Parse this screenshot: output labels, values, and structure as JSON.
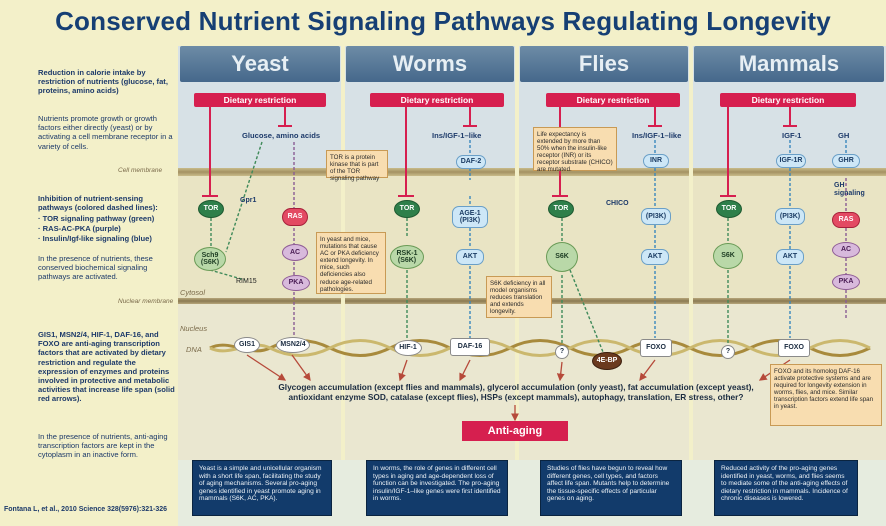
{
  "title": "Conserved Nutrient Signaling Pathways Regulating Longevity",
  "columns": [
    "Yeast",
    "Worms",
    "Flies",
    "Mammals"
  ],
  "dietary_restriction": "Dietary restriction",
  "sidebar": {
    "p1": "Reduction in calorie intake by restriction of nutrients (glucose, fat, proteins, amino acids)",
    "p2": "Nutrients promote growth or growth factors either directly (yeast) or by activating a cell membrane receptor in a variety of cells.",
    "p3_title": "Inhibition of nutrient-sensing pathways (colored dashed lines):",
    "p3_items": [
      "· TOR signaling pathway (green)",
      "· RAS-AC-PKA (purple)",
      "· Insulin/Igf-like signaling (blue)"
    ],
    "p4": "In the presence of nutrients, these conserved biochemical signaling pathways are activated.",
    "p5": "GIS1, MSN2/4, HIF-1, DAF-16, and FOXO are anti-aging transcription factors that are activated by dietary restriction and regulate the expression of enzymes and proteins involved in protective and metabolic activities that increase life span (solid red arrows).",
    "p6": "In the presence of nutrients, anti-aging transcription factors are kept in the cytoplasm in an inactive form."
  },
  "zone_labels": {
    "cell_membrane": "Cell membrane",
    "cytosol": "Cytosol",
    "nuclear_membrane": "Nuclear membrane",
    "nucleus": "Nucleus",
    "dna": "DNA"
  },
  "yeast": {
    "input": "Glucose, amino acids",
    "tor": "TOR",
    "gpr1": "Gpr1",
    "ras": "RAS",
    "sch9": "Sch9 (S6K)",
    "ac": "AC",
    "pka": "PKA",
    "rim15": "RIM15",
    "gis1": "GIS1",
    "msn": "MSN2/4"
  },
  "worms": {
    "input": "Ins/IGF-1–like",
    "daf2": "DAF-2",
    "age1": "AGE-1 (PI3K)",
    "akt": "AKT",
    "tor": "TOR",
    "rsk1": "RSK-1 (S6K)",
    "hif1": "HIF-1",
    "daf16": "DAF-16"
  },
  "flies": {
    "input": "Ins/IGF-1–like",
    "inr": "INR",
    "chico": "CHICO",
    "pi3k": "(PI3K)",
    "akt": "AKT",
    "tor": "TOR",
    "s6k": "S6K",
    "foxo": "FOXO",
    "q": "?",
    "4ebp": "4E-BP"
  },
  "mammals": {
    "igf1": "IGF-1",
    "gh": "GH",
    "igf1r": "IGF-1R",
    "ghr": "GHR",
    "gh_signaling": "GH signaling",
    "tor": "TOR",
    "pi3k": "(PI3K)",
    "ras": "RAS",
    "s6k": "S6K",
    "akt": "AKT",
    "ac": "AC",
    "pka": "PKA",
    "foxo": "FOXO",
    "q": "?"
  },
  "callouts": {
    "tor": "TOR is a protein kinase that is part of the TOR signaling pathway",
    "yeast_mut": "In yeast and mice, mutations that cause AC or PKA deficiency extend longevity. In mice, such deficiencies also reduce age-related pathologies.",
    "flies_ls": "Life expectancy is extended by more than 50% when the insulin-like receptor (INR) or its receptor substrate (CHICO) are mutated.",
    "s6k": "S6K deficiency in all model organisms reduces translation and extends longevity.",
    "foxo": "FOXO and its homolog DAF-16 activate protective systems and are required for longevity extension in worms, flies, and mice. Similar transcription factors extend life span in yeast."
  },
  "summary": "Glycogen accumulation (except flies and mammals), glycerol accumulation (only yeast), fat accumulation (except yeast), antioxidant enzyme SOD, catalase (except flies), HSPs (except mammals), autophagy, translation, ER stress, other?",
  "anti_aging": "Anti-aging",
  "bottom": [
    "Yeast is a simple and unicellular organism with a short life span, facilitating the study of aging mechanisms. Several pro-aging genes identified in yeast promote aging in mammals (S6K, AC, PKA).",
    "In worms, the role of genes in different cell types in aging and age-dependent loss of function can be investigated. The pro-aging insulin/IGF-1–like genes were first identified in worms.",
    "Studies of flies have begun to reveal how different genes, cell types, and factors affect life span. Mutants help to determine the tissue-specific effects of particular genes on aging.",
    "Reduced activity of the pro-aging genes identified in yeast, worms, and flies seems to mediate some of the anti-aging effects of dietary restriction in mammals. Incidence of chronic diseases is lowered."
  ],
  "citation": "Fontana L, et al., 2010 Science 328(5976):321-326"
}
